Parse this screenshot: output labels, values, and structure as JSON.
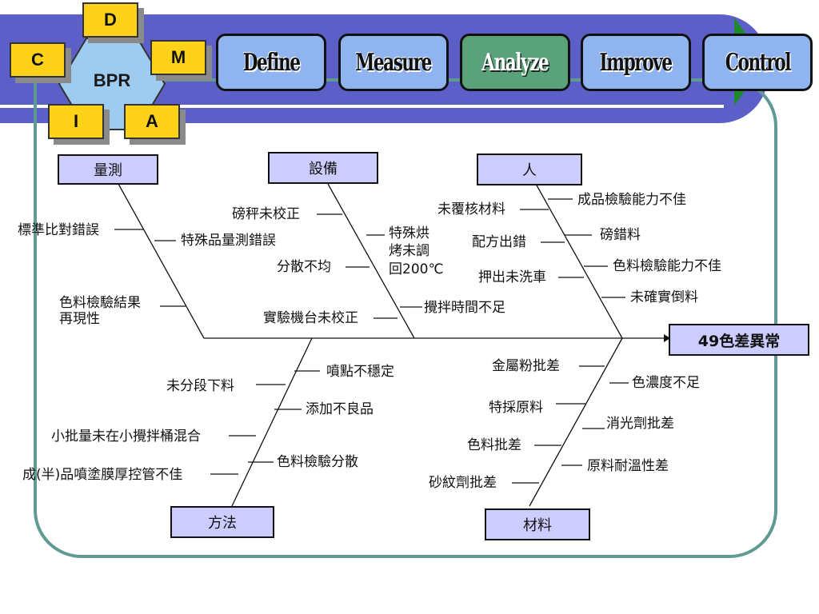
{
  "header": {
    "phases": [
      {
        "label": "Define",
        "active": false
      },
      {
        "label": "Measure",
        "active": false
      },
      {
        "label": "Analyze",
        "active": true
      },
      {
        "label": "Improve",
        "active": false
      },
      {
        "label": "Control",
        "active": false
      }
    ],
    "bpr": {
      "center": "BPR",
      "letters": [
        "D",
        "M",
        "A",
        "I",
        "C"
      ]
    }
  },
  "effect": "49色差異常",
  "categories": {
    "measure": "量測",
    "equipment": "設備",
    "people": "人",
    "method": "方法",
    "material": "材料"
  },
  "causes": {
    "measure": [
      "標準比對錯誤",
      "特殊品量測錯誤",
      "色料檢驗結果",
      "再現性"
    ],
    "equipment": [
      "磅秤未校正",
      "分散不均",
      "實驗機台未校正",
      "特殊烘",
      "烤未調",
      "回200℃",
      "攪拌時間不足"
    ],
    "people": [
      "未覆核材料",
      "配方出錯",
      "押出未洗車",
      "成品檢驗能力不佳",
      "磅錯料",
      "色料檢驗能力不佳",
      "未確實倒料"
    ],
    "method": [
      "未分段下料",
      "小批量未在小攪拌桶混合",
      "成(半)品噴塗膜厚控管不佳",
      "噴點不穩定",
      "添加不良品",
      "色料檢驗分散"
    ],
    "material": [
      "金屬粉批差",
      "特採原料",
      "色料批差",
      "砂紋劑批差",
      "色濃度不足",
      "消光劑批差",
      "原料耐溫性差"
    ]
  },
  "colors": {
    "band": "#5b5fc7",
    "frame": "#5f9a95",
    "phase_button": "#8fb4f0",
    "phase_active": "#5aa37a",
    "letter_box": "#ffd21a",
    "category_box": "#ccccff"
  }
}
